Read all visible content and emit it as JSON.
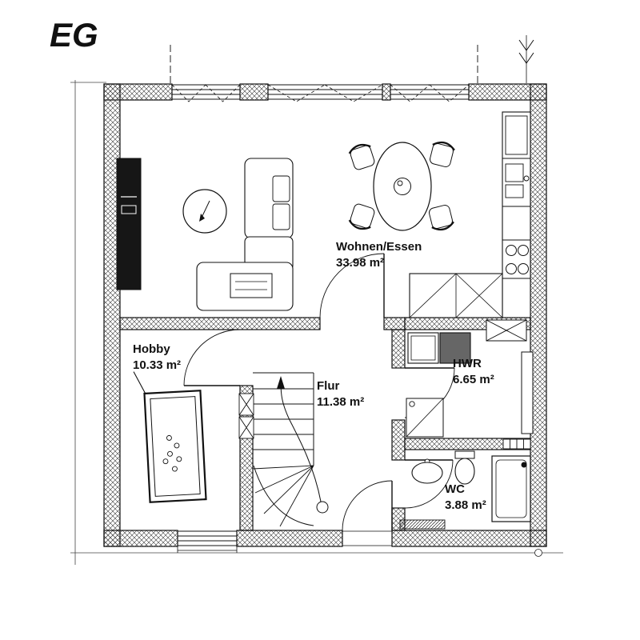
{
  "title": "EG",
  "rooms": [
    {
      "id": "wohnen-essen",
      "name": "Wohnen/Essen",
      "area": "33.98 m²"
    },
    {
      "id": "hobby",
      "name": "Hobby",
      "area": "10.33 m²"
    },
    {
      "id": "flur",
      "name": "Flur",
      "area": "11.38 m²"
    },
    {
      "id": "hwr",
      "name": "HWR",
      "area": "6.65 m²"
    },
    {
      "id": "wc",
      "name": "WC",
      "area": "3.88 m²"
    }
  ],
  "colors": {
    "ink": "#111111",
    "paper": "#ffffff",
    "appliance_fill": "#666666"
  },
  "symbols": [
    "tv-board",
    "sofa",
    "coffee-tray",
    "round-table",
    "dining-table",
    "dining-chairs",
    "kitchen-units",
    "kitchen-sink",
    "stove-burners",
    "pool-table",
    "cue-stick",
    "winder-staircase",
    "walk-line",
    "washer",
    "dryer",
    "shower",
    "heater",
    "shaft",
    "wc-sink",
    "toilet",
    "shower-tray",
    "radiator",
    "entrance-door",
    "section-lines",
    "downpipe"
  ]
}
